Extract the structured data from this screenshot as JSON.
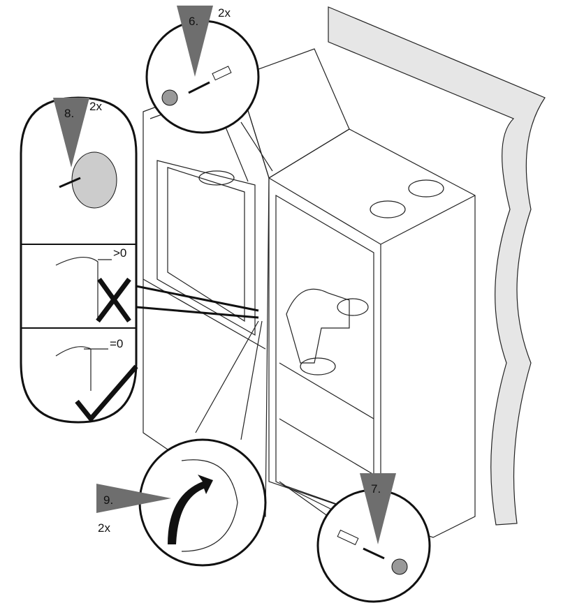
{
  "steps": {
    "s6": {
      "number": "6.",
      "count": "2x"
    },
    "s7": {
      "number": "7."
    },
    "s8": {
      "number": "8.",
      "count": "2x",
      "gap_wrong": ">0",
      "gap_right": "=0"
    },
    "s9": {
      "number": "9.",
      "count": "2x"
    }
  },
  "colors": {
    "triangle": "#6e6e6e",
    "wall": "#e6e6e6",
    "line": "#222222"
  }
}
